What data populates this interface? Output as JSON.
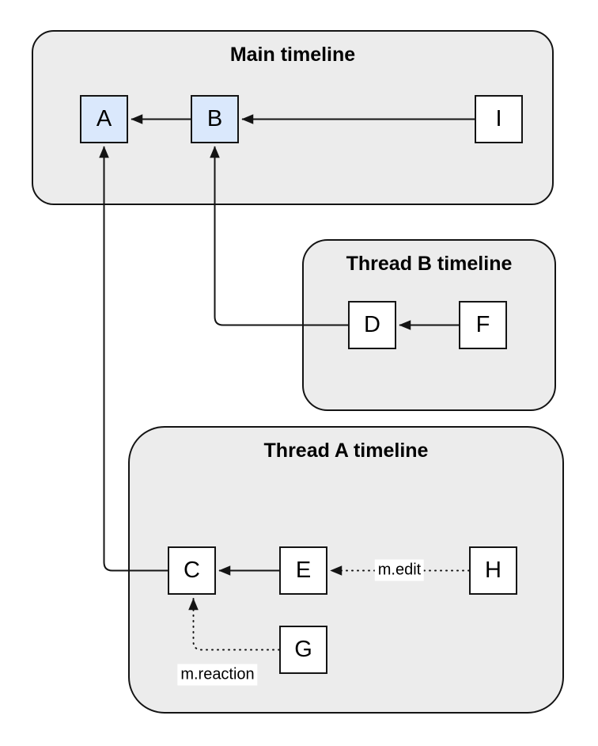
{
  "diagram": {
    "colors": {
      "background": "#ffffff",
      "container_fill": "#ececec",
      "stroke": "#141414",
      "node_highlight_fill": "#dae8fc",
      "node_default_fill": "#ffffff",
      "edge_label_background": "#ffffff"
    },
    "containers": [
      {
        "id": "main",
        "title": "Main timeline"
      },
      {
        "id": "thread-b",
        "title": "Thread B timeline"
      },
      {
        "id": "thread-a",
        "title": "Thread A timeline"
      }
    ],
    "nodes": [
      {
        "id": "A",
        "label": "A",
        "container": "main",
        "highlighted": true
      },
      {
        "id": "B",
        "label": "B",
        "container": "main",
        "highlighted": true
      },
      {
        "id": "I",
        "label": "I",
        "container": "main",
        "highlighted": false
      },
      {
        "id": "D",
        "label": "D",
        "container": "thread-b",
        "highlighted": false
      },
      {
        "id": "F",
        "label": "F",
        "container": "thread-b",
        "highlighted": false
      },
      {
        "id": "C",
        "label": "C",
        "container": "thread-a",
        "highlighted": false
      },
      {
        "id": "E",
        "label": "E",
        "container": "thread-a",
        "highlighted": false
      },
      {
        "id": "H",
        "label": "H",
        "container": "thread-a",
        "highlighted": false
      },
      {
        "id": "G",
        "label": "G",
        "container": "thread-a",
        "highlighted": false
      }
    ],
    "edges": [
      {
        "from": "B",
        "to": "A",
        "style": "solid",
        "label": ""
      },
      {
        "from": "I",
        "to": "B",
        "style": "solid",
        "label": ""
      },
      {
        "from": "D",
        "to": "B",
        "style": "solid",
        "label": ""
      },
      {
        "from": "F",
        "to": "D",
        "style": "solid",
        "label": ""
      },
      {
        "from": "C",
        "to": "A",
        "style": "solid",
        "label": ""
      },
      {
        "from": "E",
        "to": "C",
        "style": "solid",
        "label": ""
      },
      {
        "from": "H",
        "to": "E",
        "style": "dotted",
        "label": "m.edit"
      },
      {
        "from": "G",
        "to": "C",
        "style": "dotted",
        "label": "m.reaction"
      }
    ]
  }
}
